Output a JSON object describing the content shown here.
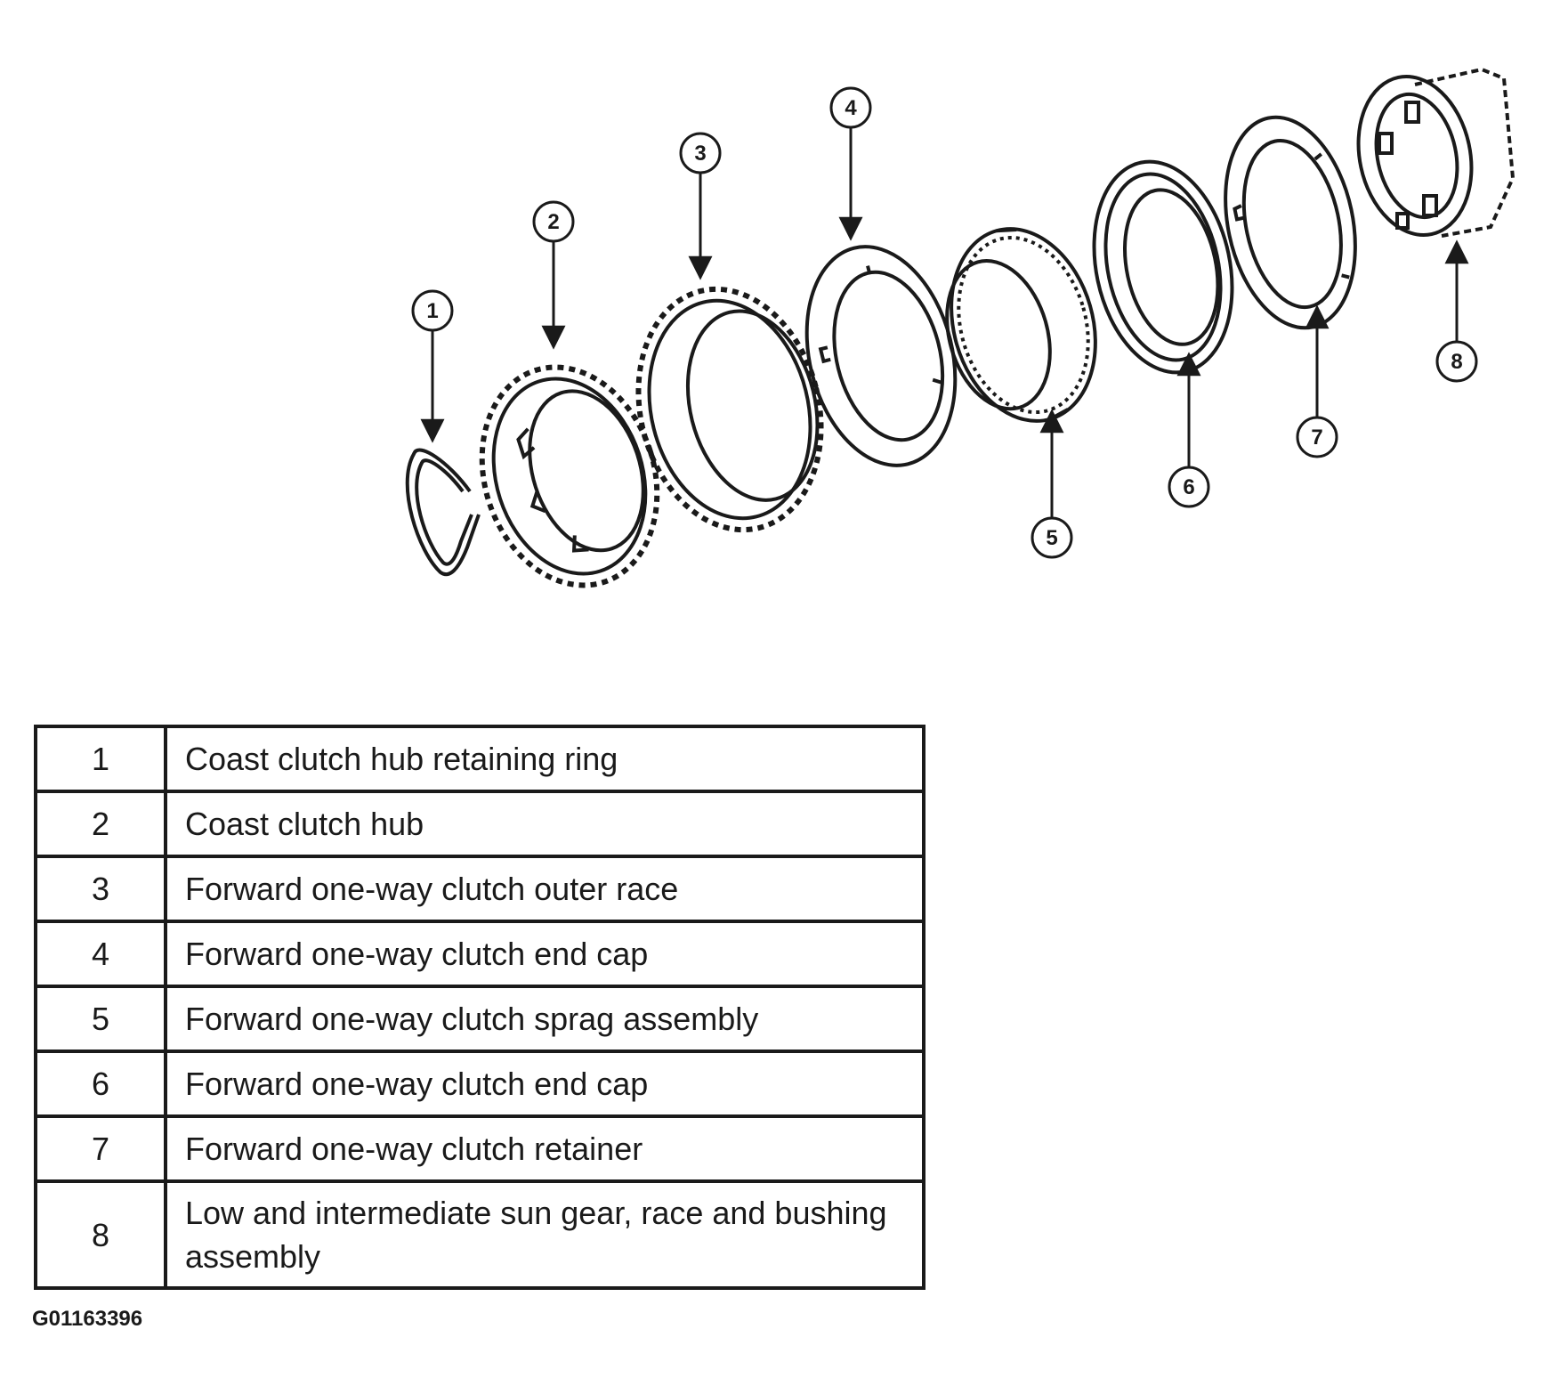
{
  "callouts": [
    "1",
    "2",
    "3",
    "4",
    "5",
    "6",
    "7",
    "8"
  ],
  "legend": {
    "rows": [
      {
        "num": "1",
        "desc": "Coast clutch hub retaining ring"
      },
      {
        "num": "2",
        "desc": "Coast clutch hub"
      },
      {
        "num": "3",
        "desc": "Forward one-way clutch outer race"
      },
      {
        "num": "4",
        "desc": "Forward one-way clutch end cap"
      },
      {
        "num": "5",
        "desc": "Forward one-way clutch sprag assembly"
      },
      {
        "num": "6",
        "desc": "Forward one-way clutch end cap"
      },
      {
        "num": "7",
        "desc": "Forward one-way clutch retainer"
      },
      {
        "num": "8",
        "desc": "Low and intermediate sun gear, race and bushing assembly"
      }
    ]
  },
  "figure_id": "G01163396",
  "colors": {
    "ink": "#1a1a1a",
    "background": "#ffffff"
  }
}
